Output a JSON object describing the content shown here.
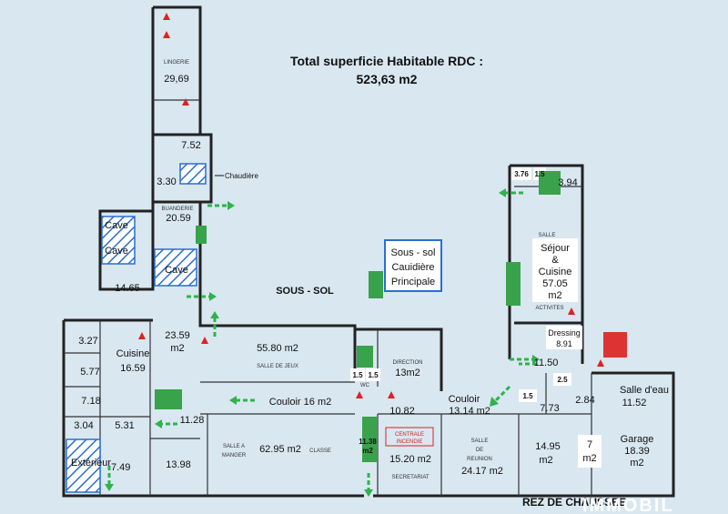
{
  "title": {
    "line1": "Total superficie Habitable RDC :",
    "line2": "523,63 m2"
  },
  "labels": {
    "lingerie": "LINGERIE",
    "lingerie_area": "29,69",
    "area_752": "7.52",
    "area_330": "3.30",
    "chaudiere": "Chaudière",
    "buanderie": "BUANDERIE",
    "buanderie_area": "20.59",
    "cave1": "Cave",
    "cave2": "Cave",
    "cave3": "Cave",
    "area_1465": "14.65",
    "sous_sol": "SOUS - SOL",
    "sous_sol_box": [
      "Sous - sol",
      "Cauidière",
      "Principale"
    ],
    "area_327": "3.27",
    "cuisine": "Cuisine",
    "cuisine_area": "16.59",
    "area_577": "5.77",
    "area_718": "7.18",
    "area_304": "3.04",
    "area_531": "5.31",
    "exterieur": "Extérieur",
    "area_749": "7.49",
    "area_2359": [
      "23.59",
      "m2"
    ],
    "area_1128": "11.28",
    "area_1398": "13.98",
    "salle_jeux_area": "55.80 m2",
    "salle_jeux": "SALLE DE JEUX",
    "couloir16": "Couloir 16 m2",
    "salle_manger": [
      "SALLE A",
      "MANGER"
    ],
    "classe_area": "62.95 m2",
    "classe": "CLASSE",
    "wc1": "1.5",
    "wc2": "1.5",
    "wc_label": "WC",
    "direction": "DIRECTION",
    "direction_area": "13m2",
    "area_1138": [
      "11.38",
      "m2"
    ],
    "area_1082": "10.82",
    "centrale": [
      "CENTRALE",
      "INCENDIE"
    ],
    "secretariat_area": "15.20 m2",
    "secretariat": "SECRETARIAT",
    "couloir13": [
      "Couloir",
      "13.14 m2"
    ],
    "salle_reunion": [
      "SALLE",
      "DE",
      "REUNION"
    ],
    "reunion_area": "24.17 m2",
    "area_1495": [
      "14.95",
      "m2"
    ],
    "area_376": "3.76",
    "area_15a": "1.5",
    "area_394": "3.94",
    "salle_small": "SALLE",
    "sejour_box": [
      "Séjour",
      "&",
      "Cuisine",
      "57.05",
      "m2"
    ],
    "activites": "ACTIVITES",
    "dressing": "Dressing",
    "dressing_area": "8.91",
    "area_1150": "11.50",
    "area_25": "2.5",
    "area_15b": "1.5",
    "area_773": "7.73",
    "area_284": "2.84",
    "salle_eau": "Salle d'eau",
    "salle_eau_area": "11.52",
    "area_7": [
      "7",
      "m2"
    ],
    "garage": "Garage",
    "garage_area": [
      "18.39",
      "m2"
    ],
    "rez": "REZ DE CHAUSSEE",
    "brand": "IMMOBIL"
  }
}
